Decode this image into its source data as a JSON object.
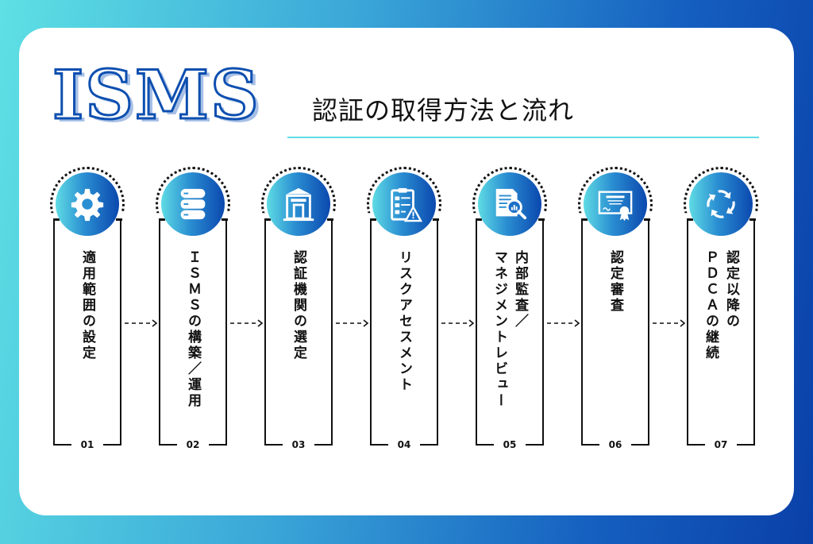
{
  "header": {
    "logo": "ISMS",
    "subtitle": "認証の取得方法と流れ"
  },
  "colors": {
    "gradient_start": "#5fdbe4",
    "gradient_end": "#0b48ae",
    "logo_outline": "#0d4fb0",
    "divider": "#5fdde6"
  },
  "steps": [
    {
      "num": "01",
      "icon": "gear-icon",
      "lines": [
        "適用範囲の設定"
      ]
    },
    {
      "num": "02",
      "icon": "database-icon",
      "lines": [
        "ＩＳＭＳの構築／運用"
      ]
    },
    {
      "num": "03",
      "icon": "building-icon",
      "lines": [
        "認証機関の選定"
      ]
    },
    {
      "num": "04",
      "icon": "checklist-warning-icon",
      "lines": [
        "リスクアセスメント"
      ]
    },
    {
      "num": "05",
      "icon": "document-magnifier-icon",
      "lines": [
        "内部監査／",
        "マネジメントレビュー"
      ]
    },
    {
      "num": "06",
      "icon": "certificate-icon",
      "lines": [
        "認定審査"
      ]
    },
    {
      "num": "07",
      "icon": "cycle-arrows-icon",
      "lines": [
        "認定以降の",
        "ＰＤＣＡの継続"
      ]
    }
  ]
}
